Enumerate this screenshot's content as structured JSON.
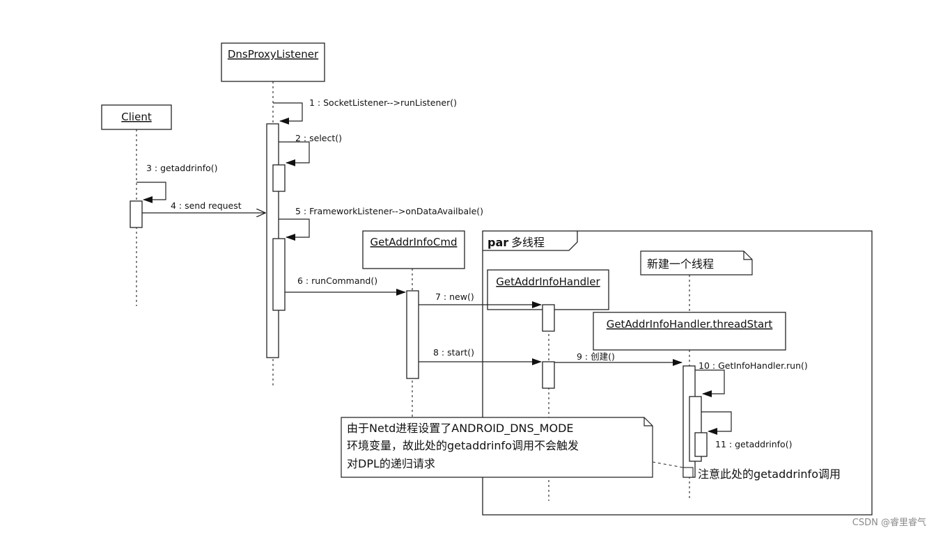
{
  "diagram": {
    "objects": {
      "dns_proxy_listener": "DnsProxyListener",
      "client": "Client",
      "get_addr_info_cmd": "GetAddrInfoCmd",
      "get_addr_info_handler": "GetAddrInfoHandler",
      "thread_start": "GetAddrInfoHandler.threadStart"
    },
    "messages": {
      "m1": "1 : SocketListener-->runListener()",
      "m2": "2 : select()",
      "m3": "3 : getaddrinfo()",
      "m4": "4 : send request",
      "m5": "5 : FrameworkListener-->onDataAvailbale()",
      "m6": "6 : runCommand()",
      "m7": "7 : new()",
      "m8": "8 : start()",
      "m9": "9 : 创建()",
      "m10": "10 : GetInfoHandler.run()",
      "m11": "11 : getaddrinfo()"
    },
    "frame": {
      "keyword": "par",
      "title": "多线程"
    },
    "notes": {
      "new_thread": "新建一个线程",
      "netd_line1": "由于Netd进程设置了ANDROID_DNS_MODE",
      "netd_line2": "环境变量，故此处的getaddrinfo调用不会触发",
      "netd_line3": "对DPL的递归请求",
      "attention": "注意此处的getaddrinfo调用"
    }
  },
  "watermark": "CSDN @睿里睿气"
}
